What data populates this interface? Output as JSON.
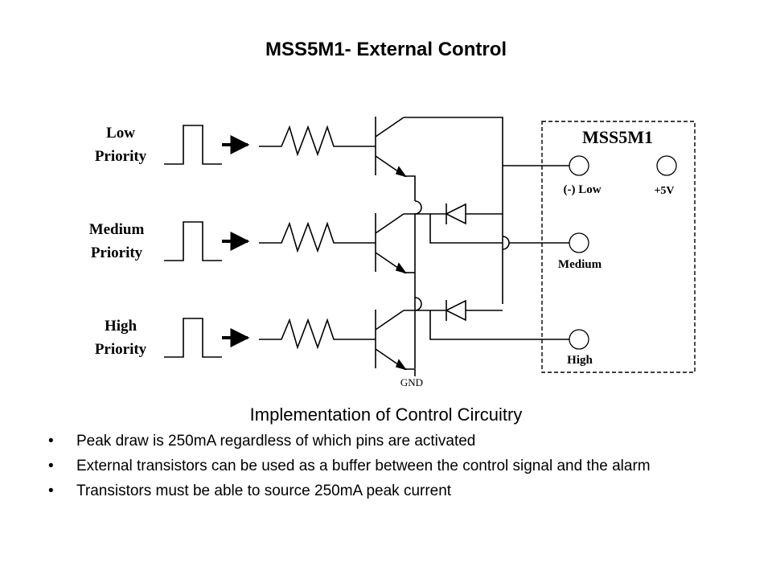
{
  "slide": {
    "title": "MSS5M1- External Control",
    "caption": "Implementation of Control Circuitry",
    "bullets": [
      "Peak draw is 250mA regardless of which pins are activated",
      "External transistors can be used as a buffer between the control signal and the alarm",
      "Transistors must be able to source 250mA peak current"
    ],
    "bullet_glyph": "•"
  },
  "diagram": {
    "inputs": [
      {
        "line1": "Low",
        "line2": "Priority"
      },
      {
        "line1": "Medium",
        "line2": "Priority"
      },
      {
        "line1": "High",
        "line2": "Priority"
      }
    ],
    "ground_label": "GND",
    "module": {
      "title": "MSS5M1",
      "pins": {
        "low": "(-) Low",
        "plus5v": "+5V",
        "medium": "Medium",
        "high": "High"
      }
    },
    "icons": {
      "pulse": "pulse-waveform-icon",
      "arrow": "right-arrow-icon",
      "resistor": "resistor-icon",
      "transistor": "npn-transistor-icon",
      "diode": "diode-icon",
      "pin": "pin-circle-icon"
    }
  }
}
